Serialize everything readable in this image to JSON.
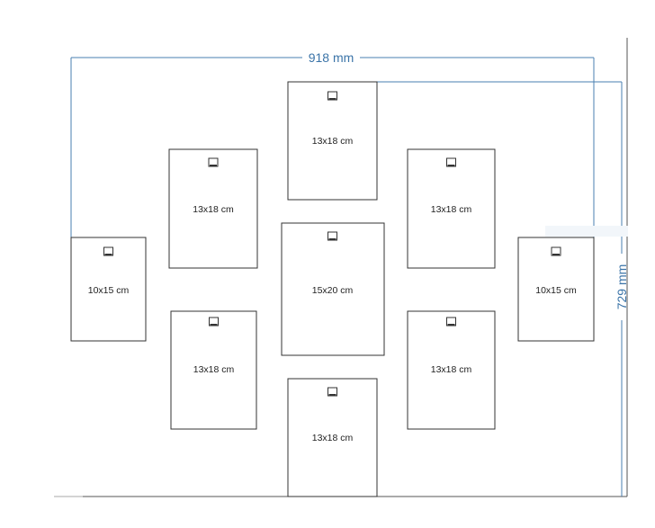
{
  "dimensions": {
    "width_label": "918 mm",
    "height_label": "729 mm"
  },
  "colors": {
    "dimension": "#3b74a8",
    "frame_stroke": "#333333"
  },
  "frames": [
    {
      "id": "top-center",
      "size": "13x18 cm"
    },
    {
      "id": "upper-left",
      "size": "13x18 cm"
    },
    {
      "id": "upper-right",
      "size": "13x18 cm"
    },
    {
      "id": "middle-left",
      "size": "10x15 cm"
    },
    {
      "id": "center",
      "size": "15x20 cm"
    },
    {
      "id": "middle-right",
      "size": "10x15 cm"
    },
    {
      "id": "lower-left",
      "size": "13x18 cm"
    },
    {
      "id": "lower-right",
      "size": "13x18 cm"
    },
    {
      "id": "bottom-center",
      "size": "13x18 cm"
    }
  ],
  "icons": {
    "hook": "picture-hook-icon"
  }
}
